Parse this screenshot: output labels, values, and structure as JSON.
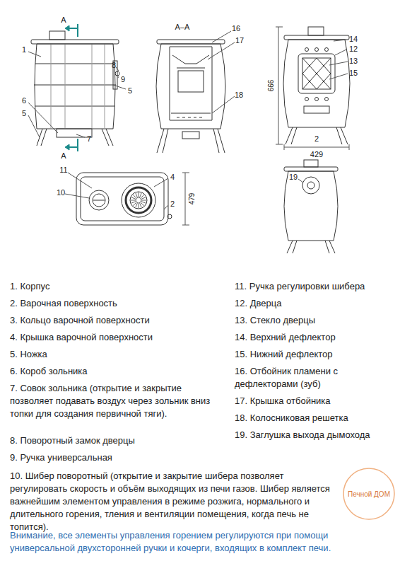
{
  "diagram": {
    "labels": [
      "A",
      "A",
      "1",
      "8",
      "9",
      "5",
      "6",
      "5",
      "7",
      "A–A",
      "16",
      "17",
      "18",
      "14",
      "12",
      "13",
      "15",
      "666",
      "2",
      "429",
      "11",
      "10",
      "4",
      "2",
      "479",
      "19",
      "1. Корпус",
      "2. Варочная поверхность",
      "3. Кольцо варочной поверхности",
      "4. Крышка варочной поверхности",
      "5. Ножка",
      "6. Короб зольника",
      "7. Совок зольника (открытие и закрытие позволяет подавать воздух через зольник вниз топки для создания первичной тяги).",
      "8. Поворотный замок дверцы",
      "9. Ручка универсальная",
      "10. Шибер поворотный (открытие и закрытие шибера позволяет регулировать скорость и объём выходящих из печи газов. Шибер является важнейшим элементом управления в режиме розжига, нормального и длительного горения, тления и вентиляции помещения, когда печь не топится).",
      "11. Ручка регулировки шибера",
      "12. Дверца",
      "13. Стекло дверцы",
      "14. Верхний дефлектор",
      "15. Нижний дефлектор",
      "16. Отбойник пламени с дефлекторами (зуб)",
      "17. Крышка отбойника",
      "18. Колосниковая решетка",
      "19. Заглушка выхода дымохода",
      "Внимание, все элементы управления горением регулируются при помощи универсальной двухсторонней ручки и кочерги, входящих в комплект печи.",
      "Печной ДОМ"
    ]
  }
}
